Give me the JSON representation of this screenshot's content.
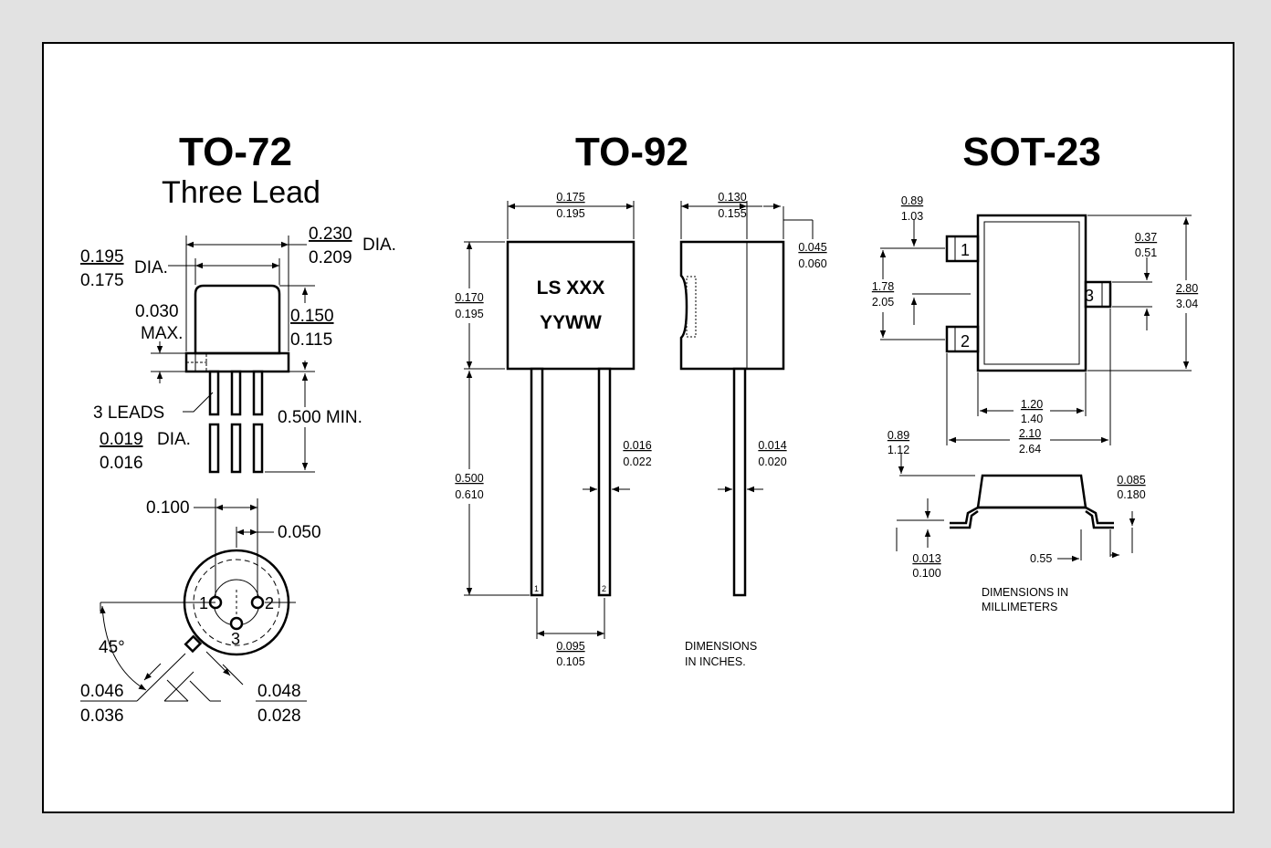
{
  "packages": {
    "to72": {
      "title": "TO-72",
      "subtitle": "Three Lead",
      "dia_cap_top": "0.230",
      "dia_cap_bot": "0.209",
      "dia_cap_unit": "DIA.",
      "dia_body_top": "0.195",
      "dia_body_bot": "0.175",
      "dia_body_unit": "DIA.",
      "flange_val": "0.030",
      "flange_note": "MAX.",
      "height_top": "0.150",
      "height_bot": "0.115",
      "leads_label": "3 LEADS",
      "lead_len": "0.500 MIN.",
      "lead_dia_top": "0.019",
      "lead_dia_bot": "0.016",
      "lead_dia_unit": "DIA.",
      "pin_spacing": "0.100",
      "pin_offset": "0.050",
      "angle": "45°",
      "tab_w_top": "0.046",
      "tab_w_bot": "0.036",
      "tab_h_top": "0.048",
      "tab_h_bot": "0.028",
      "pins": [
        "1",
        "2",
        "3"
      ]
    },
    "to92": {
      "title": "TO-92",
      "width_top": "0.175",
      "width_bot": "0.195",
      "depth_top": "0.130",
      "depth_bot": "0.155",
      "flat_top": "0.045",
      "flat_bot": "0.060",
      "height_top": "0.170",
      "height_bot": "0.195",
      "mark_line1": "LS XXX",
      "mark_line2": "YYWW",
      "lead_len_top": "0.500",
      "lead_len_bot": "0.610",
      "lead_w_top": "0.016",
      "lead_w_bot": "0.022",
      "lead_t_top": "0.014",
      "lead_t_bot": "0.020",
      "pitch_top": "0.095",
      "pitch_bot": "0.105",
      "note_line1": "DIMENSIONS",
      "note_line2": "IN INCHES.",
      "pins": [
        "1",
        "2"
      ]
    },
    "sot23": {
      "title": "SOT-23",
      "lead_w_top": "0.89",
      "lead_w_bot": "1.03",
      "pin_pitch_top": "1.78",
      "pin_pitch_bot": "2.05",
      "lead3_top": "0.37",
      "lead3_bot": "0.51",
      "length_top": "2.80",
      "length_bot": "3.04",
      "body_w_top": "1.20",
      "body_w_bot": "1.40",
      "overall_w_top": "2.10",
      "overall_w_bot": "2.64",
      "height_top": "0.89",
      "height_bot": "1.12",
      "foot_top": "0.085",
      "foot_bot": "0.180",
      "standoff_top": "0.013",
      "standoff_bot": "0.100",
      "foot_len": "0.55",
      "note_line1": "DIMENSIONS IN",
      "note_line2": "MILLIMETERS",
      "pins": [
        "1",
        "2",
        "3"
      ]
    }
  }
}
